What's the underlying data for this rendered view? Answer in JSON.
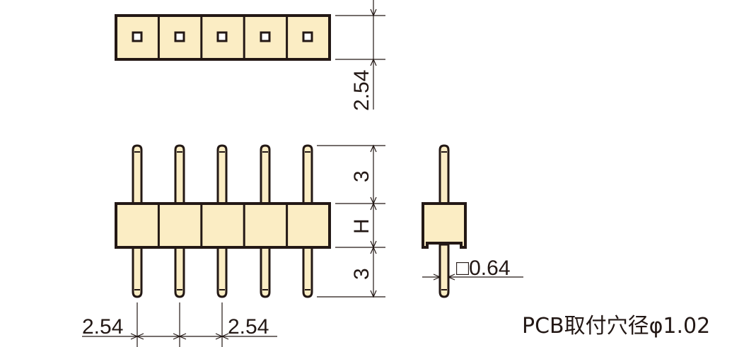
{
  "colors": {
    "body_fill": "#fbedc4",
    "outline": "#231815",
    "dimension_line": "#231815"
  },
  "top_view": {
    "pin_count": 5,
    "dim_pitch": "2.54"
  },
  "front_view": {
    "dim_upper_pin": "3",
    "dim_body": "H",
    "dim_lower_pin": "3",
    "dim_pitch_left": "2.54",
    "dim_pitch_right": "2.54"
  },
  "side_view": {
    "dim_pin_square": "□0.64"
  },
  "note": "PCB取付穴径φ1.02"
}
